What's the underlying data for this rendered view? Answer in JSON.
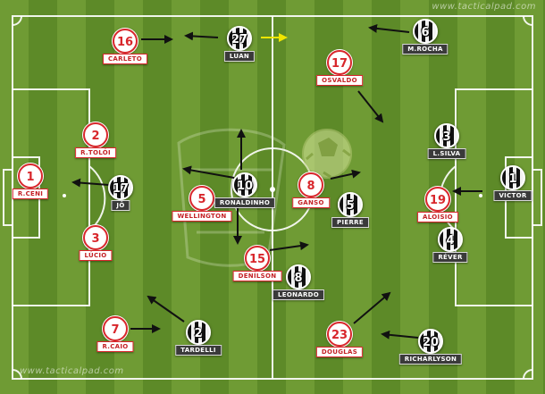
{
  "watermark": {
    "top": "www.tacticalpad.com",
    "bottom": "www.tacticalpad.com"
  },
  "colors": {
    "home_team": "#d8262b",
    "away_team": "#111111",
    "pitch_light": "#6f9b34",
    "pitch_dark": "#5d8a28",
    "arrow": "#111111",
    "highlight_arrow": "#f2e600"
  },
  "home_players": [
    {
      "number": "1",
      "name": "R.CENI"
    },
    {
      "number": "2",
      "name": "R.TOLÓI"
    },
    {
      "number": "3",
      "name": "LÚCIO"
    },
    {
      "number": "16",
      "name": "CARLETO"
    },
    {
      "number": "5",
      "name": "WELLINGTON"
    },
    {
      "number": "8",
      "name": "GANSO"
    },
    {
      "number": "7",
      "name": "R.CAIO"
    },
    {
      "number": "15",
      "name": "DENÍLSON"
    },
    {
      "number": "17",
      "name": "OSVALDO"
    },
    {
      "number": "19",
      "name": "ALOÍSIO"
    },
    {
      "number": "23",
      "name": "DOUGLAS"
    }
  ],
  "away_players": [
    {
      "number": "1",
      "name": "VICTOR"
    },
    {
      "number": "3",
      "name": "L.SILVA"
    },
    {
      "number": "4",
      "name": "RÉVER"
    },
    {
      "number": "6",
      "name": "M.ROCHA"
    },
    {
      "number": "27",
      "name": "LUAN"
    },
    {
      "number": "5",
      "name": "PIERRE"
    },
    {
      "number": "10",
      "name": "RONALDINHO"
    },
    {
      "number": "8",
      "name": "LEONARDO"
    },
    {
      "number": "17",
      "name": "JÔ"
    },
    {
      "number": "2",
      "name": "TARDELLI"
    },
    {
      "number": "20",
      "name": "RICHARLYSON"
    }
  ],
  "movement_arrows": 15
}
